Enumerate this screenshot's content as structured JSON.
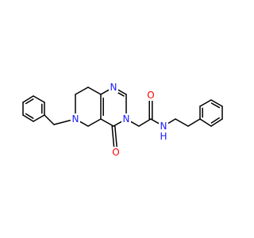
{
  "atoms": [
    {
      "id": "N_pyr_top",
      "label": "N",
      "color": "#1a1aff"
    },
    {
      "id": "N_pyr_ring",
      "label": "N",
      "color": "#1a1aff"
    },
    {
      "id": "N_pip",
      "label": "N",
      "color": "#1a1aff"
    },
    {
      "id": "O_ketone",
      "label": "O",
      "color": "#ff0000"
    },
    {
      "id": "O_amide",
      "label": "O",
      "color": "#ff0000"
    },
    {
      "id": "N_amide",
      "label": "N",
      "color": "#1a1aff"
    },
    {
      "id": "H_amide",
      "label": "H",
      "color": "#1a1aff"
    }
  ],
  "colors": {
    "bond": "#000000",
    "nitrogen": "#1a1aff",
    "oxygen": "#ff0000",
    "background": "#ffffff"
  }
}
